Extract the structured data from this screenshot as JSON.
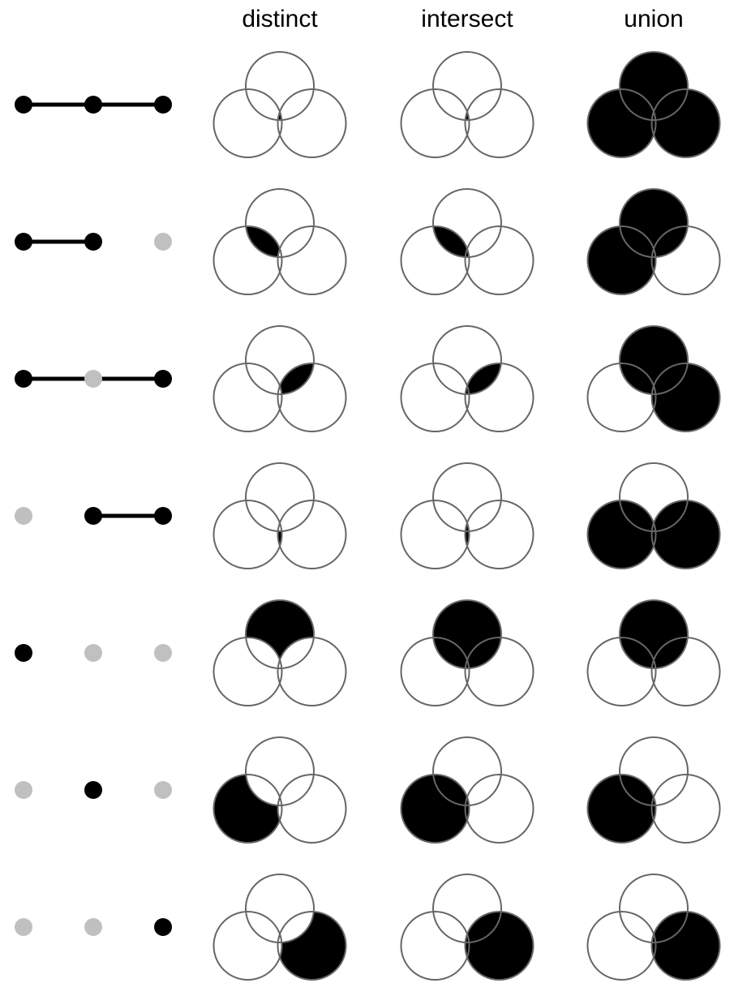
{
  "columns": [
    {
      "key": "distinct",
      "label": "distinct"
    },
    {
      "key": "intersect",
      "label": "intersect"
    },
    {
      "key": "union",
      "label": "union"
    }
  ],
  "rows": [
    {
      "combination": [
        1,
        1,
        1
      ],
      "distinct": [
        "111"
      ],
      "intersect": [
        "111"
      ],
      "union": [
        "100",
        "010",
        "001",
        "110",
        "101",
        "011",
        "111"
      ]
    },
    {
      "combination": [
        1,
        1,
        0
      ],
      "distinct": [
        "110"
      ],
      "intersect": [
        "110",
        "111"
      ],
      "union": [
        "100",
        "010",
        "110",
        "101",
        "011",
        "111"
      ]
    },
    {
      "combination": [
        1,
        0,
        1
      ],
      "distinct": [
        "101"
      ],
      "intersect": [
        "101",
        "111"
      ],
      "union": [
        "100",
        "001",
        "110",
        "101",
        "011",
        "111"
      ]
    },
    {
      "combination": [
        0,
        1,
        1
      ],
      "distinct": [
        "011"
      ],
      "intersect": [
        "011",
        "111"
      ],
      "union": [
        "010",
        "001",
        "110",
        "101",
        "011",
        "111"
      ]
    },
    {
      "combination": [
        1,
        0,
        0
      ],
      "distinct": [
        "100"
      ],
      "intersect": [
        "100",
        "110",
        "101",
        "111"
      ],
      "union": [
        "100",
        "110",
        "101",
        "111"
      ]
    },
    {
      "combination": [
        0,
        1,
        0
      ],
      "distinct": [
        "010"
      ],
      "intersect": [
        "010",
        "110",
        "011",
        "111"
      ],
      "union": [
        "010",
        "110",
        "011",
        "111"
      ]
    },
    {
      "combination": [
        0,
        0,
        1
      ],
      "distinct": [
        "001"
      ],
      "intersect": [
        "001",
        "101",
        "011",
        "111"
      ],
      "union": [
        "001",
        "101",
        "011",
        "111"
      ]
    }
  ],
  "colors": {
    "filled": "#000000",
    "active_dot": "#000000",
    "inactive_dot": "#c0c0c0",
    "circle_stroke": "#666666",
    "background": "#ffffff"
  }
}
